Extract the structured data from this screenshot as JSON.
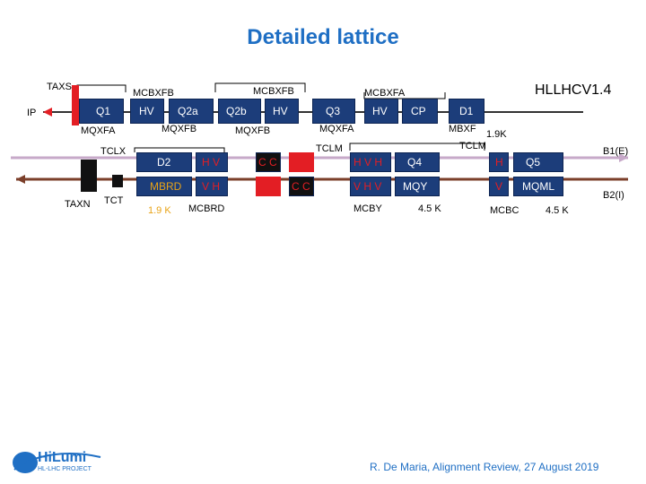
{
  "title": "Detailed lattice",
  "version": "HLLHCV1.4",
  "labels": {
    "ip": "IP",
    "taxs": "TAXS",
    "taxn": "TAXN",
    "tct": "TCT",
    "tclx": "TCLX",
    "tclm1": "TCLM",
    "tclm2": "TCLM",
    "mqxfa1": "MQXFA",
    "mqxfb1": "MQXFB",
    "mqxfb2": "MQXFB",
    "mqxfa2": "MQXFA",
    "mcbxfb1": "MCBXFB",
    "mcbxfb2": "MCBXFB",
    "mcbxfa": "MCBXFA",
    "mbxf": "MBXF",
    "temp1": "1.9K",
    "mcbrd": "MCBRD",
    "temp_mbrd": "1.9 K",
    "mcby": "MCBY",
    "temp2": "4.5 K",
    "mcbc": "MCBC",
    "temp3": "4.5 K",
    "b1": "B1(E)",
    "b2": "B2(I)"
  },
  "boxes": {
    "q1": "Q1",
    "hv1": "HV",
    "q2a": "Q2a",
    "q2b": "Q2b",
    "hv2": "HV",
    "q3": "Q3",
    "hv3": "HV",
    "cp": "CP",
    "d1": "D1",
    "d2": "D2",
    "hv4": "H  V",
    "mbrd": "MBRD",
    "vh1": "V  H",
    "cc1": "C C",
    "cc2": "C C",
    "hvh": "H  V  H",
    "vhv": "V  H  V",
    "q4": "Q4",
    "mqy": "MQY",
    "h5": "H",
    "q5": "Q5",
    "v5": "V",
    "mqml": "MQML"
  },
  "footer": "R. De Maria, Alignment Review, 27 August 2019",
  "logo": {
    "main": "HiLumi",
    "sub": "HL-LHC PROJECT"
  },
  "colors": {
    "title": "#1f6fc4",
    "box": "#1c3d7a",
    "beam": "#e31e24",
    "mbrd_text": "#e8a317",
    "temp_text": "#e8a317",
    "beam2_line": "#7b3f2a",
    "beam1_line": "#c7a9c9"
  }
}
